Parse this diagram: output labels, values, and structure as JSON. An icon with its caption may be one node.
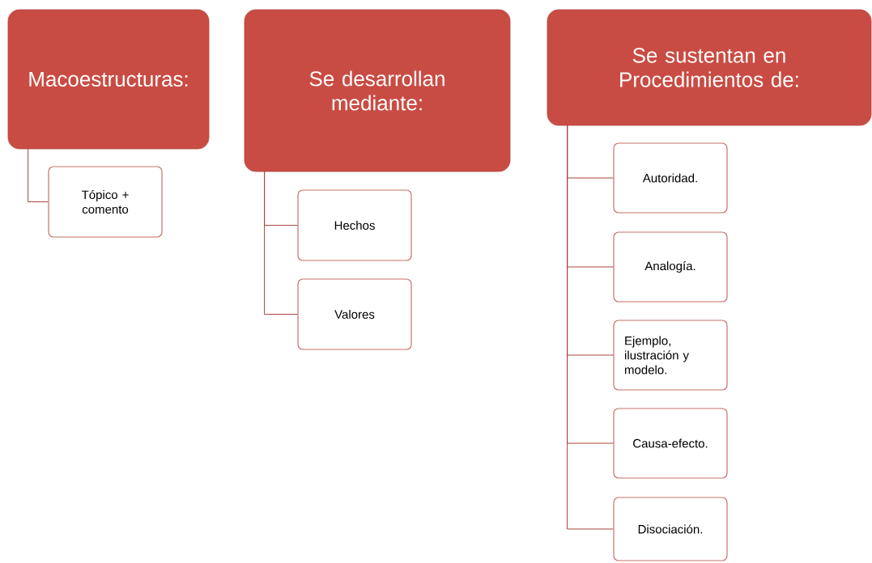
{
  "diagram": {
    "nodes": [
      {
        "text": [
          "Macoestructuras:"
        ]
      },
      {
        "text": [
          "Tópico + comento"
        ]
      },
      {
        "text": [
          "Se desarrollan mediante:"
        ]
      },
      {
        "text": [
          "Hechos"
        ]
      },
      {
        "text": [
          "Valores"
        ]
      },
      {
        "text": [
          "Se sustentan en Procedimientos de:"
        ]
      },
      {
        "text": [
          "Autoridad."
        ]
      },
      {
        "text": [
          "Analogía."
        ]
      },
      {
        "text": [
          "Ejemplo, ilustración y modelo."
        ]
      },
      {
        "text": [
          "Causa-efecto."
        ]
      },
      {
        "text": [
          "Disociación."
        ]
      }
    ],
    "edges": [
      {
        "from": 0,
        "to": 1,
        "arrow": "none"
      },
      {
        "from": 2,
        "to": 3,
        "arrow": "none"
      },
      {
        "from": 2,
        "to": 4,
        "arrow": "none"
      },
      {
        "from": 5,
        "to": 6,
        "arrow": "none"
      },
      {
        "from": 5,
        "to": 7,
        "arrow": "none"
      },
      {
        "from": 5,
        "to": 8,
        "arrow": "none"
      },
      {
        "from": 5,
        "to": 9,
        "arrow": "none"
      },
      {
        "from": 5,
        "to": 10,
        "arrow": "none"
      }
    ]
  }
}
